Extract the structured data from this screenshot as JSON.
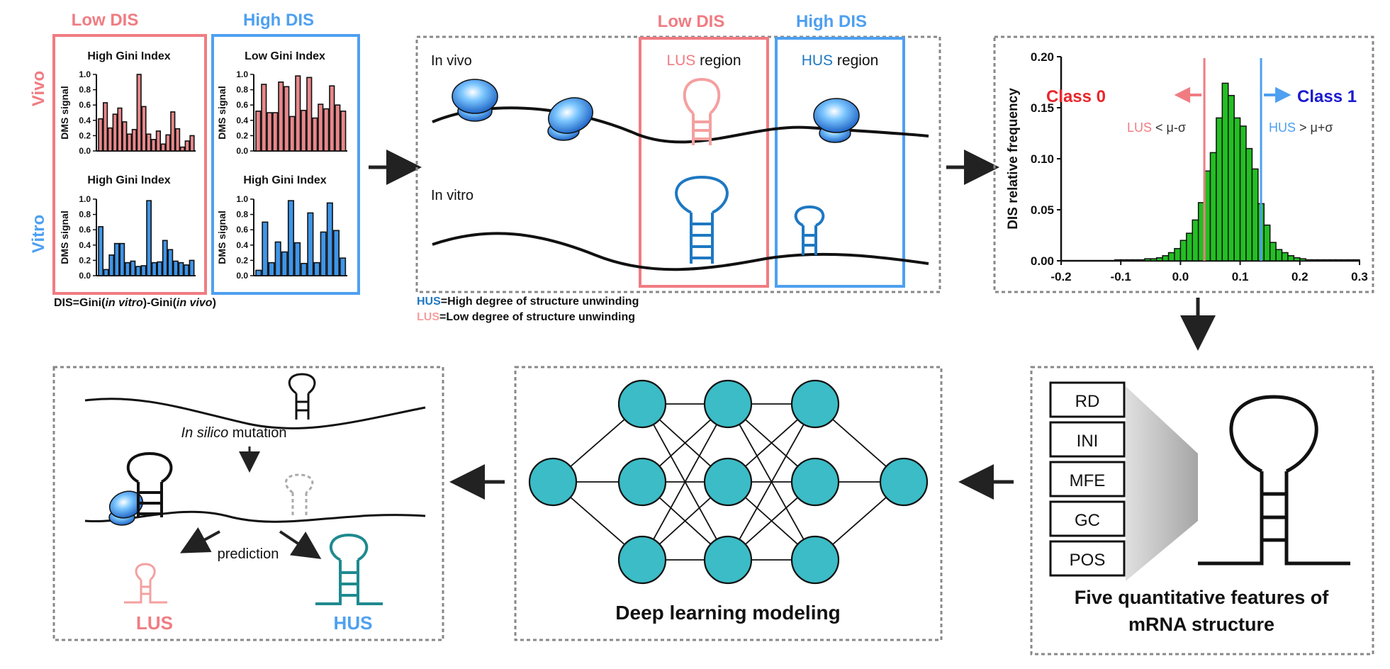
{
  "colors": {
    "low": "#F07C82",
    "high": "#4EA0F0",
    "lowDark": "#E8262C",
    "highDark": "#1A1ACF",
    "lowBar": "#E8878A",
    "highBar": "#3E95E8",
    "teal": "#3BBCC6",
    "green": "#22BF22",
    "hairpinPink": "#F4A09F",
    "hairpinBlue": "#1E78C2",
    "hairpinTeal": "#1F8A8F"
  },
  "panel_a": {
    "low_dis": "Low DIS",
    "high_dis": "High DIS",
    "vivo": "Vivo",
    "vitro": "Vitro",
    "ylabel": "DMS signal",
    "yticks": [
      "0.0",
      "0.2",
      "0.4",
      "0.6",
      "0.8",
      "1.0"
    ],
    "titles": {
      "vivo_low": "High Gini Index",
      "vivo_high": "Low Gini Index",
      "vitro_low": "High Gini Index",
      "vitro_high": "High Gini Index"
    },
    "formula_prefix": "DIS=Gini(",
    "formula_vitro": "in vitro",
    "formula_mid": ")-Gini(",
    "formula_vivo": "in vivo",
    "formula_suffix": ")"
  },
  "panel_b": {
    "in_vivo": "In vivo",
    "in_vitro": "In vitro",
    "low_dis": "Low DIS",
    "high_dis": "High DIS",
    "lus_region_key": "LUS",
    "hus_region_key": "HUS",
    "region_word": " region",
    "legend_hus_key": "HUS",
    "legend_hus_text": "=High degree of structure unwinding",
    "legend_lus_key": "LUS",
    "legend_lus_text": "=Low degree of structure unwinding"
  },
  "panel_c": {
    "class0": "Class 0",
    "class1": "Class 1",
    "lus_key": "LUS",
    "lus_rule": " < μ-σ",
    "hus_key": "HUS",
    "hus_rule": " > μ+σ"
  },
  "panel_d": {
    "features": [
      "RD",
      "INI",
      "MFE",
      "GC",
      "POS"
    ],
    "caption_line1": "Five quantitative features of",
    "caption_line2": "mRNA structure"
  },
  "panel_e": {
    "caption": "Deep learning modeling"
  },
  "panel_f": {
    "in_silico": "In silico",
    "mutation": " mutation",
    "prediction": "prediction",
    "lus": "LUS",
    "hus": "HUS"
  },
  "chart_data": [
    {
      "type": "bar",
      "panel": "vivo, low DIS",
      "title": "High Gini Index",
      "ylabel": "DMS signal",
      "ylim": [
        0,
        1
      ],
      "values": [
        0.42,
        0.63,
        0.3,
        0.48,
        0.56,
        0.38,
        0.22,
        0.28,
        1.0,
        0.58,
        0.22,
        0.15,
        0.26,
        0.09,
        0.21,
        0.51,
        0.29,
        0.05,
        0.13,
        0.2
      ]
    },
    {
      "type": "bar",
      "panel": "vivo, high DIS",
      "title": "Low Gini Index",
      "ylabel": "DMS signal",
      "ylim": [
        0,
        1
      ],
      "values": [
        0.52,
        0.87,
        0.5,
        0.5,
        0.9,
        0.84,
        0.45,
        0.98,
        0.53,
        0.96,
        0.43,
        0.61,
        0.55,
        0.85,
        0.6,
        0.52
      ]
    },
    {
      "type": "bar",
      "panel": "vitro, low DIS",
      "title": "High Gini Index",
      "ylabel": "DMS signal",
      "ylim": [
        0,
        1
      ],
      "values": [
        0.64,
        0.08,
        0.27,
        0.42,
        0.42,
        0.17,
        0.19,
        0.12,
        0.13,
        0.98,
        0.17,
        0.18,
        0.46,
        0.34,
        0.19,
        0.17,
        0.14,
        0.2
      ]
    },
    {
      "type": "bar",
      "panel": "vitro, high DIS",
      "title": "High Gini Index",
      "ylabel": "DMS signal",
      "ylim": [
        0,
        1
      ],
      "values": [
        0.07,
        0.7,
        0.17,
        0.44,
        0.31,
        0.98,
        0.43,
        0.16,
        0.82,
        0.17,
        0.57,
        0.95,
        0.59,
        0.23
      ]
    },
    {
      "type": "bar",
      "panel": "DIS distribution",
      "ylabel": "DIS relative frequency",
      "ylim": [
        0,
        0.2
      ],
      "xlim": [
        -0.2,
        0.3
      ],
      "yticks": [
        "0.00",
        "0.05",
        "0.10",
        "0.15",
        "0.20"
      ],
      "xticks": [
        "-0.2",
        "-0.1",
        "0.0",
        "0.1",
        "0.2",
        "0.3"
      ],
      "bin_width": 0.01,
      "bin_starts": [
        -0.11,
        -0.1,
        -0.09,
        -0.08,
        -0.07,
        -0.06,
        -0.05,
        -0.04,
        -0.03,
        -0.02,
        -0.01,
        0.0,
        0.01,
        0.02,
        0.03,
        0.04,
        0.05,
        0.06,
        0.07,
        0.08,
        0.09,
        0.1,
        0.11,
        0.12,
        0.13,
        0.14,
        0.15,
        0.16,
        0.17,
        0.18,
        0.19,
        0.2,
        0.21,
        0.22,
        0.23,
        0.24,
        0.25,
        0.26,
        0.27,
        0.28,
        0.29
      ],
      "values": [
        0.001,
        0.001,
        0.001,
        0.001,
        0.001,
        0.002,
        0.002,
        0.003,
        0.005,
        0.008,
        0.012,
        0.02,
        0.027,
        0.04,
        0.057,
        0.088,
        0.106,
        0.14,
        0.174,
        0.162,
        0.14,
        0.132,
        0.11,
        0.09,
        0.056,
        0.035,
        0.018,
        0.011,
        0.008,
        0.005,
        0.003,
        0.002,
        0.001,
        0.001,
        0.001,
        0.001,
        0.001,
        0.001,
        0.001,
        0.001,
        0.001
      ],
      "thresholds": [
        0.04,
        0.135
      ],
      "annotations": [
        "Class 0",
        "Class 1",
        "LUS < μ-σ",
        "HUS > μ+σ"
      ]
    }
  ]
}
